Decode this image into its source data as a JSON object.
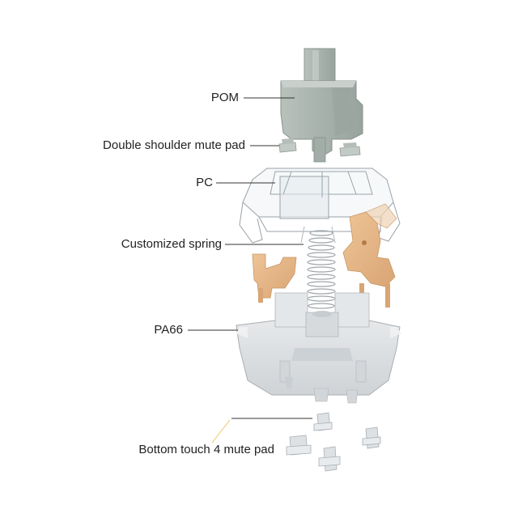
{
  "labels": {
    "pom": "POM",
    "mute_pad": "Double shoulder mute pad",
    "pc": "PC",
    "spring": "Customized spring",
    "pa66": "PA66",
    "bottom_pad": "Bottom touch 4 mute pad"
  },
  "colors": {
    "stem": "#a9b3ad",
    "stem_shade": "#8e9994",
    "leaf": "#e7b88a",
    "leaf_edge": "#c99763",
    "housing_top": "#e9eef2",
    "housing_bottom": "#dcdfe2",
    "leader": "#333333",
    "accent_line": "#f2c266"
  }
}
